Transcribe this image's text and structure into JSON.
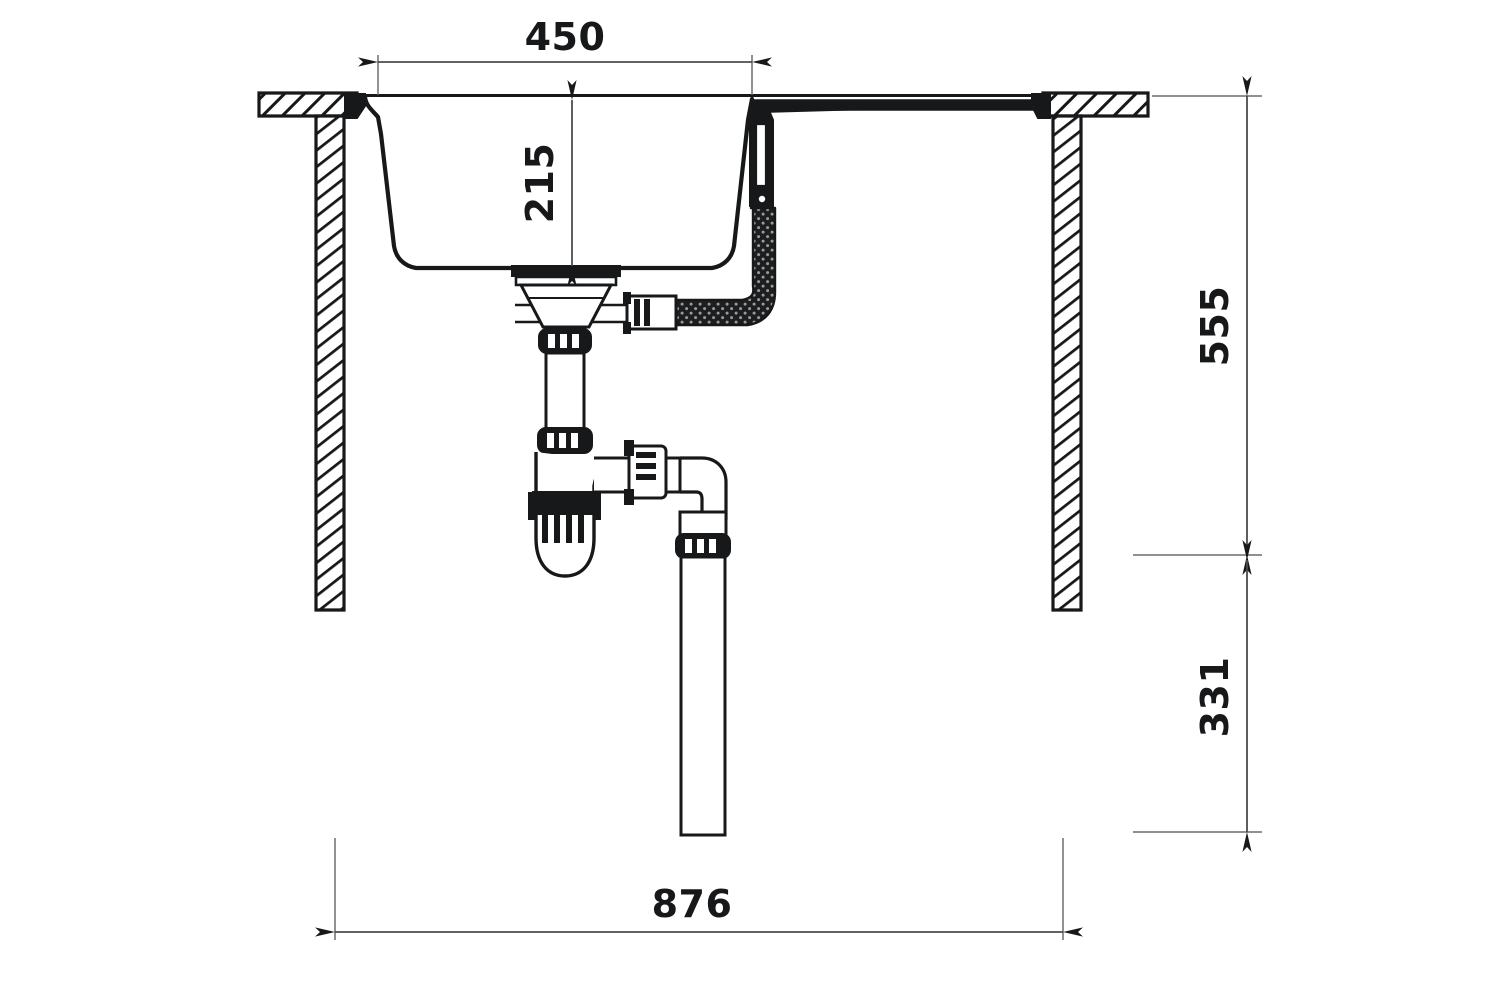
{
  "drawing": {
    "title": "Kitchen sink installation cross-section",
    "type": "technical-line-drawing",
    "background_color": "#ffffff",
    "line_color": "#17181a",
    "dimension_line_color": "#4a4c50",
    "hatch_color": "#17181a",
    "units": "mm"
  },
  "dimensions": {
    "bowl_width": {
      "label": "450",
      "orientation": "horizontal",
      "position": "top",
      "measures": "sink bowl opening width"
    },
    "bowl_depth": {
      "label": "215",
      "orientation": "vertical-rotated",
      "position": "inside-bowl",
      "measures": "sink bowl depth from counter top to basin floor"
    },
    "upper_height": {
      "label": "555",
      "orientation": "vertical-rotated",
      "position": "right",
      "measures": "counter top down to cabinet base level"
    },
    "lower_height": {
      "label": "331",
      "orientation": "vertical-rotated",
      "position": "right",
      "measures": "cabinet base level down to waste pipe end"
    },
    "overall_width": {
      "label": "876",
      "orientation": "horizontal",
      "position": "bottom",
      "measures": "overall cabinet inner width"
    }
  },
  "components": [
    {
      "name": "countertop-left",
      "description": "hatched countertop slab left of sink"
    },
    {
      "name": "countertop-right",
      "description": "hatched countertop slab right of sink"
    },
    {
      "name": "cabinet-panel-left",
      "description": "hatched vertical cabinet side panel, left"
    },
    {
      "name": "cabinet-panel-right",
      "description": "hatched vertical cabinet side panel, right"
    },
    {
      "name": "sink-bowl",
      "description": "undermount sink basin with tapered walls and rounded bottom"
    },
    {
      "name": "drainboard",
      "description": "thin drainboard extending right from bowl rim"
    },
    {
      "name": "overflow-assembly",
      "description": "overflow fitting at right wall of bowl"
    },
    {
      "name": "corrugated-overflow-hose",
      "description": "dark flexible corrugated overflow hose"
    },
    {
      "name": "strainer-waste",
      "description": "tapered strainer waste body under bowl drain"
    },
    {
      "name": "riser-pipe",
      "description": "vertical pipe from strainer to bottle trap"
    },
    {
      "name": "bottle-trap",
      "description": "bottle trap body with ribbed collar"
    },
    {
      "name": "trap-outlet-pipe",
      "description": "horizontal outlet pipe with union nut"
    },
    {
      "name": "elbow-bend",
      "description": "90 degree elbow bend to vertical"
    },
    {
      "name": "waste-stack-pipe",
      "description": "vertical waste pipe running down to floor"
    }
  ]
}
